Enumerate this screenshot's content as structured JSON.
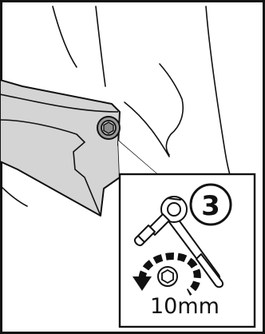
{
  "step": {
    "number": "3",
    "tool_icon": "ratchet-socket-wrench",
    "rotation_icon": "counterclockwise-loosen-arrow",
    "bolt_icon": "hex-bolt-head",
    "socket_size": "10mm"
  },
  "colors": {
    "line": "#111111",
    "panel_fill": "#d4d4d4",
    "panel_dark": "#bdbdbd",
    "background": "#ffffff"
  }
}
